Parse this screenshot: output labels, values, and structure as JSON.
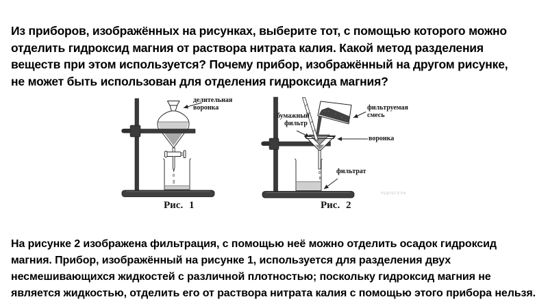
{
  "question": {
    "lines": [
      "Из приборов, изображённых на рисунках, выберите тот, с помощью которого можно",
      "отделить гидроксид магния от раствора нитрата калия. Какой метод разделения",
      "веществ при этом используется? Почему прибор, изображённый на другом рисунке,",
      "не может быть использован для отделения гидроксида магния?"
    ]
  },
  "answer": {
    "lines": [
      "На рисунке 2 изображена фильтрация, с помощью неё можно отделить осадок гидроксид",
      "магния. Прибор, изображённый на рисунке 1, используется для разделения двух",
      "несмешивающихся жидкостей с различной плотностью; поскольку гидроксид магния не",
      "является жидкостью, отделить его от раствора нитрата калия с помощью этого прибора нельзя."
    ]
  },
  "figure1": {
    "caption": "Рис. 1",
    "label_separating_funnel_line1": "делительная",
    "label_separating_funnel_line2": "воронка"
  },
  "figure2": {
    "caption": "Рис. 2",
    "label_paper_filter_line1": "бумажный",
    "label_paper_filter_line2": "фильтр",
    "label_mixture_line1": "фильтруемая",
    "label_mixture_line2": "смесь",
    "label_funnel": "воронка",
    "label_filtrate": "фильтрат",
    "watermark": "РЕШУЕГЭ.РФ"
  },
  "colors": {
    "background": "#ffffff",
    "text": "#000000",
    "apparatus_dark": "#3b3b3b",
    "liquid_light": "#cfcfcf",
    "cone_liquid": "#a9a9a9",
    "filter_gray": "#9b9b9b",
    "mixture_dark": "#424242",
    "watermark_gray": "#c6c6c6"
  }
}
